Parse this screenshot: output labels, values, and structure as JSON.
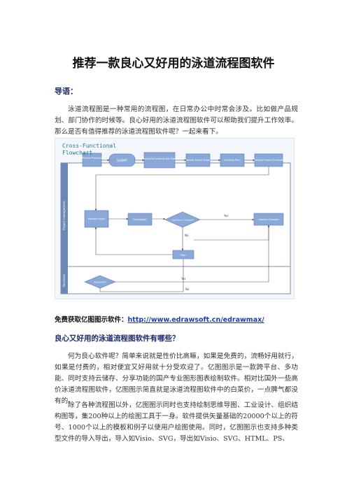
{
  "title": "推荐一款良心又好用的泳道流程图软件",
  "lead": {
    "label": "导语：",
    "text": "泳道流程图是一种常用的流程图，在日常办公中时常会涉及。比如做产品规划、部门协作的时候等。良心好用的泳道流程图软件可以帮助我们提升工作效率。那么是否有值得推荐的泳道流程图软件呢？一起来看下。"
  },
  "figure": {
    "title_line1": "Cross-Functional",
    "title_line2": "Flowchart",
    "lane1_label": "Project management",
    "lane2_label": "Business",
    "nodes": {
      "start": "Review Proposal",
      "submit": "SUBMIT",
      "review_past": "Review Past projects with Steps",
      "identify_scope": "Identify Project Scope",
      "develop_plan": "Develop Plan",
      "project_schedule": "Establish Project Schedule",
      "manage_project": "Manage Project",
      "final_report": "Final Report",
      "significant": "Significant Changes?",
      "approve": "Approve Changes",
      "plan": "Plan",
      "approved": "Approved?"
    },
    "labels": {
      "yes1": "Yes",
      "no1": "No",
      "yes2": "Yes",
      "no2": "No"
    }
  },
  "download": {
    "label": "免费获取亿图图示软件：",
    "link_text": "http://www.edrawsoft.cn/edrawmax/"
  },
  "section": {
    "heading": "良心又好用的泳道流程图软件有哪些？",
    "p1": "何为良心软件呢？简单来说就是性价比高嘛，如果是免费的，流畅好用就行，如果是付费的，相对便宜又好用就十分受欢迎了。亿图图示是一款跨平台、多功能、同时支持云储存、分享功能的国产专业图形图表绘制软件。相对比国外一些高价泳道流程图软件，亿图图示简直就是泳道流程图软件中的白菜价，一点脾气都没有的。",
    "p2": "除了各种流程图以外，亿图图示同时也支持绘制思维导图、工业设计、组织结构图等，集200种以上的绘图工具于一身。软件提供矢量基础的20000个以上的符号、1000个以上的模板和例子以便用户绘图使用。同时，亿图图示也支持多种类型文件的导入导出，导入如Visio、SVG，导出如Visio、SVG、HTML、PS、"
  }
}
